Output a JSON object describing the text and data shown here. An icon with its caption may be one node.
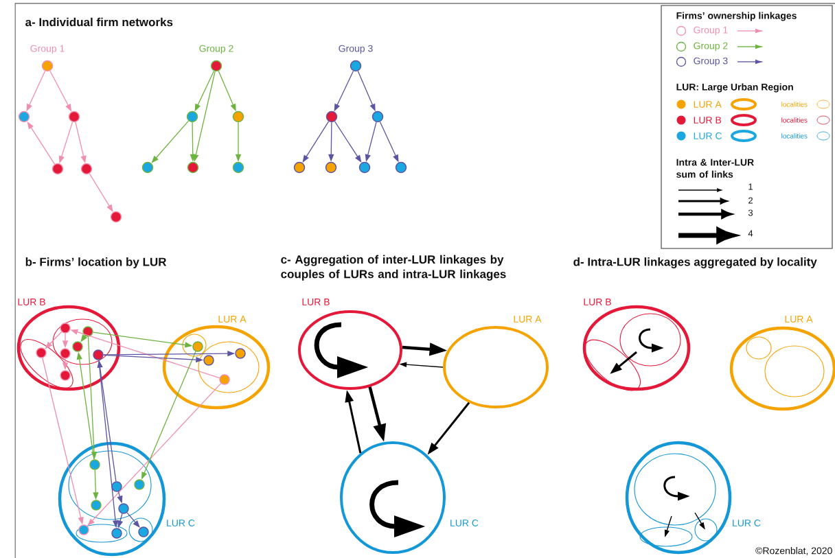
{
  "diagram": {
    "nodes": [
      {
        "text": [],
        "shape": "circle"
      },
      {
        "text": [],
        "shape": "circle"
      },
      {
        "text": [],
        "shape": "circle"
      },
      {
        "text": [],
        "shape": "circle"
      },
      {
        "text": [],
        "shape": "circle"
      },
      {
        "text": [],
        "shape": "circle"
      },
      {
        "text": [],
        "shape": "circle"
      },
      {
        "text": [],
        "shape": "circle"
      },
      {
        "text": [],
        "shape": "circle"
      },
      {
        "text": [],
        "shape": "circle"
      },
      {
        "text": [],
        "shape": "circle"
      },
      {
        "text": [],
        "shape": "circle"
      },
      {
        "text": [],
        "shape": "circle"
      },
      {
        "text": [],
        "shape": "circle"
      },
      {
        "text": [],
        "shape": "circle"
      },
      {
        "text": [],
        "shape": "circle"
      },
      {
        "text": [],
        "shape": "circle"
      },
      {
        "text": [],
        "shape": "circle"
      },
      {
        "text": [],
        "shape": "circle"
      },
      {
        "text": [
          "LUR B"
        ]
      },
      {
        "text": [],
        "shape": "ellipse",
        "in": 19
      },
      {
        "text": [],
        "shape": "ellipse",
        "in": 19
      },
      {
        "text": [],
        "shape": "circle",
        "in": 20
      },
      {
        "text": [],
        "shape": "circle",
        "in": 20
      },
      {
        "text": [],
        "shape": "circle",
        "in": 20
      },
      {
        "text": [],
        "shape": "circle",
        "in": 20
      },
      {
        "text": [],
        "shape": "circle",
        "in": 20
      },
      {
        "text": [],
        "shape": "circle",
        "in": 21
      },
      {
        "text": [],
        "shape": "circle",
        "in": 21
      },
      {
        "text": [
          "LUR A"
        ]
      },
      {
        "text": [],
        "shape": "ellipse",
        "in": 29
      },
      {
        "text": [],
        "shape": "ellipse",
        "in": 29
      },
      {
        "text": [],
        "shape": "circle",
        "in": 30
      },
      {
        "text": [],
        "shape": "circle",
        "in": 31
      },
      {
        "text": [],
        "shape": "circle",
        "in": 31
      },
      {
        "text": [],
        "shape": "circle",
        "in": 31
      },
      {
        "text": [
          "LUR C"
        ]
      },
      {
        "text": [],
        "shape": "ellipse",
        "in": 36
      },
      {
        "text": [],
        "shape": "ellipse",
        "in": 36
      },
      {
        "text": [],
        "shape": "ellipse",
        "in": 36
      },
      {
        "text": [],
        "shape": "circle",
        "in": 37
      },
      {
        "text": [],
        "shape": "circle",
        "in": 37
      },
      {
        "text": [],
        "shape": "circle",
        "in": 37
      },
      {
        "text": [],
        "shape": "circle",
        "in": 37
      },
      {
        "text": [],
        "shape": "circle",
        "in": 37
      },
      {
        "text": [],
        "shape": "circle",
        "in": 38
      },
      {
        "text": [],
        "shape": "circle",
        "in": 38
      },
      {
        "text": [],
        "shape": "circle",
        "in": 39
      },
      {
        "text": [
          "LUR B"
        ]
      },
      {
        "text": [
          "LUR A"
        ]
      },
      {
        "text": [
          "LUR C"
        ]
      },
      {
        "text": [
          "LUR B"
        ]
      },
      {
        "text": [],
        "shape": "ellipse",
        "in": 51
      },
      {
        "text": [],
        "shape": "ellipse",
        "in": 51
      },
      {
        "text": [
          "LUR A"
        ]
      },
      {
        "text": [],
        "shape": "ellipse",
        "in": 54
      },
      {
        "text": [],
        "shape": "ellipse",
        "in": 54
      },
      {
        "text": [
          "LUR C"
        ]
      },
      {
        "text": [],
        "shape": "ellipse",
        "in": 57
      },
      {
        "text": [],
        "shape": "ellipse",
        "in": 57
      },
      {
        "text": [],
        "shape": "ellipse",
        "in": 57
      }
    ],
    "edges": [
      {
        "from": 0,
        "to": 1,
        "arrow": "to",
        "color": "#ef8fae"
      },
      {
        "from": 0,
        "to": 2,
        "arrow": "to",
        "color": "#ef8fae"
      },
      {
        "from": 2,
        "to": 3,
        "arrow": "to",
        "color": "#ef8fae"
      },
      {
        "from": 3,
        "to": 1,
        "arrow": "to",
        "color": "#ef8fae"
      },
      {
        "from": 2,
        "to": 4,
        "arrow": "to",
        "color": "#ef8fae"
      },
      {
        "from": 4,
        "to": 5,
        "arrow": "to",
        "color": "#ef8fae"
      },
      {
        "from": 6,
        "to": 7,
        "arrow": "to",
        "color": "#6db33f"
      },
      {
        "from": 6,
        "to": 8,
        "arrow": "to",
        "color": "#6db33f"
      },
      {
        "from": 6,
        "to": 10,
        "arrow": "to",
        "color": "#6db33f"
      },
      {
        "from": 7,
        "to": 9,
        "arrow": "to",
        "color": "#6db33f"
      },
      {
        "from": 7,
        "to": 10,
        "arrow": "to",
        "color": "#6db33f"
      },
      {
        "from": 8,
        "to": 11,
        "arrow": "to",
        "color": "#6db33f"
      },
      {
        "from": 12,
        "to": 13,
        "arrow": "to",
        "color": "#5b55a3"
      },
      {
        "from": 12,
        "to": 14,
        "arrow": "to",
        "color": "#5b55a3"
      },
      {
        "from": 13,
        "to": 15,
        "arrow": "to",
        "color": "#5b55a3"
      },
      {
        "from": 13,
        "to": 16,
        "arrow": "to",
        "color": "#5b55a3"
      },
      {
        "from": 13,
        "to": 17,
        "arrow": "to",
        "color": "#5b55a3"
      },
      {
        "from": 14,
        "to": 17,
        "arrow": "to",
        "color": "#5b55a3"
      },
      {
        "from": 14,
        "to": 18,
        "arrow": "to",
        "color": "#5b55a3"
      },
      {
        "from": 35,
        "to": 45,
        "arrow": "to",
        "color": "#ef8fae"
      },
      {
        "from": 35,
        "to": 22,
        "arrow": "to",
        "color": "#ef8fae"
      },
      {
        "from": 22,
        "to": 27,
        "arrow": "to",
        "color": "#ef8fae"
      },
      {
        "from": 22,
        "to": 25,
        "arrow": "to",
        "color": "#ef8fae"
      },
      {
        "from": 25,
        "to": 28,
        "arrow": "to",
        "color": "#ef8fae"
      },
      {
        "from": 27,
        "to": 45,
        "arrow": "to",
        "color": "#ef8fae"
      },
      {
        "from": 23,
        "to": 32,
        "arrow": "to",
        "color": "#6db33f"
      },
      {
        "from": 23,
        "to": 40,
        "arrow": "to",
        "color": "#6db33f"
      },
      {
        "from": 23,
        "to": 24,
        "arrow": "to",
        "color": "#6db33f"
      },
      {
        "from": 40,
        "to": 24,
        "arrow": "to",
        "color": "#6db33f"
      },
      {
        "from": 40,
        "to": 43,
        "arrow": "to",
        "color": "#6db33f"
      },
      {
        "from": 32,
        "to": 42,
        "arrow": "to",
        "color": "#6db33f"
      },
      {
        "from": 41,
        "to": 26,
        "arrow": "to",
        "color": "#5b55a3"
      },
      {
        "from": 41,
        "to": 44,
        "arrow": "to",
        "color": "#5b55a3"
      },
      {
        "from": 26,
        "to": 34,
        "arrow": "to",
        "color": "#5b55a3"
      },
      {
        "from": 26,
        "to": 33,
        "arrow": "to",
        "color": "#5b55a3"
      },
      {
        "from": 26,
        "to": 46,
        "arrow": "to",
        "color": "#5b55a3"
      },
      {
        "from": 44,
        "to": 46,
        "arrow": "to",
        "color": "#5b55a3"
      },
      {
        "from": 44,
        "to": 47,
        "arrow": "to",
        "color": "#5b55a3"
      },
      {
        "from": 48,
        "to": 49,
        "arrow": "to",
        "style": "thick",
        "color": "#000000"
      },
      {
        "from": 49,
        "to": 48,
        "arrow": "to",
        "color": "#000000"
      },
      {
        "from": 48,
        "to": 50,
        "arrow": "to",
        "style": "thick",
        "color": "#000000"
      },
      {
        "from": 50,
        "to": 48,
        "arrow": "to",
        "color": "#000000"
      },
      {
        "from": 49,
        "to": 50,
        "arrow": "to",
        "color": "#000000"
      },
      {
        "from": 48,
        "to": 48,
        "arrow": "to",
        "style": "thick",
        "color": "#000000"
      },
      {
        "from": 50,
        "to": 50,
        "arrow": "to",
        "style": "thick",
        "color": "#000000"
      },
      {
        "from": 52,
        "to": 52,
        "arrow": "to",
        "color": "#000000"
      },
      {
        "from": 52,
        "to": 53,
        "arrow": "to",
        "color": "#000000"
      },
      {
        "from": 58,
        "to": 58,
        "arrow": "to",
        "color": "#000000"
      },
      {
        "from": 58,
        "to": 59,
        "arrow": "to",
        "color": "#000000"
      },
      {
        "from": 58,
        "to": 60,
        "arrow": "to",
        "color": "#000000"
      }
    ],
    "labels": [
      "a- Individual firm networks",
      "Group 1",
      "Group 2",
      "Group 3",
      "Firms’ ownership linkages",
      "LUR: Large Urban Region",
      "Intra & Inter-LUR sum of links",
      "b- Firms’ location by LUR",
      "c- Aggregation of inter-LUR linkages by couples of LURs and intra-LUR linkages",
      "d- Intra-LUR linkages aggregated by locality",
      "©Rozenblat, 2020"
    ],
    "legend": [
      {
        "text": "Group 1"
      },
      {
        "text": "Group 2"
      },
      {
        "text": "Group 3"
      },
      {
        "text": "LUR A",
        "color": "#f5a300"
      },
      {
        "text": "LUR B",
        "color": "#e4193a"
      },
      {
        "text": "LUR C",
        "color": "#1ba7e0"
      },
      {
        "text": "localities"
      },
      {
        "text": "localities"
      },
      {
        "text": "localities"
      },
      {
        "text": "1"
      },
      {
        "text": "2"
      },
      {
        "text": "3"
      },
      {
        "text": "4"
      }
    ]
  }
}
